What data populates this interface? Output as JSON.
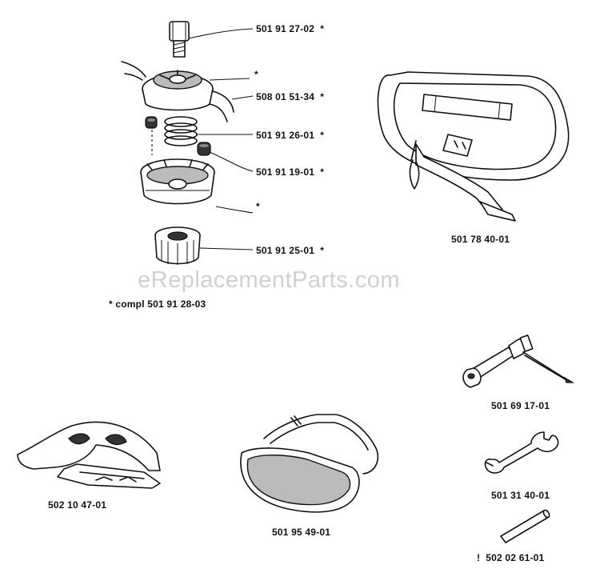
{
  "diagram": {
    "watermark": "eReplacementParts.com",
    "footnote": "* compl 501 91 28-03",
    "parts": [
      {
        "id": "bolt",
        "number": "501 91 27-02",
        "mark": "*"
      },
      {
        "id": "head-top",
        "number": "",
        "mark": "*"
      },
      {
        "id": "line",
        "number": "508 01 51-34",
        "mark": "*"
      },
      {
        "id": "spring",
        "number": "501 91 26-01",
        "mark": "*"
      },
      {
        "id": "eyelet",
        "number": "501 91 19-01",
        "mark": "*"
      },
      {
        "id": "head-bottom",
        "number": "",
        "mark": "*"
      },
      {
        "id": "knob",
        "number": "501 91 25-01",
        "mark": "*"
      },
      {
        "id": "harness",
        "number": "501 78 40-01",
        "mark": ""
      },
      {
        "id": "combination-wrench",
        "number": "501 69 17-01",
        "mark": ""
      },
      {
        "id": "open-wrench",
        "number": "501 31 40-01",
        "mark": ""
      },
      {
        "id": "guard",
        "number": "502 10 47-01",
        "mark": ""
      },
      {
        "id": "goggles",
        "number": "501 95 49-01",
        "mark": ""
      },
      {
        "id": "pin",
        "number": "502 02 61-01",
        "mark": "!"
      }
    ]
  }
}
